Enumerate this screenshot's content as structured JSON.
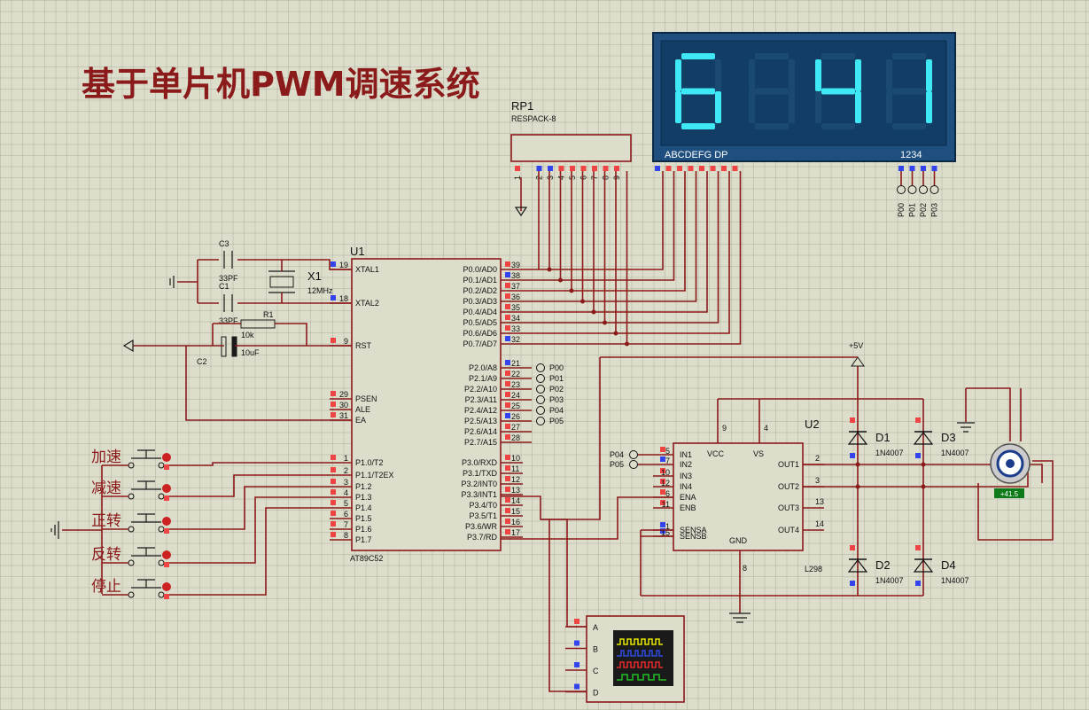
{
  "title": "基于单片机PWM调速系统",
  "display": {
    "digits": [
      "6",
      "",
      "4",
      "1"
    ],
    "seg_label": "ABCDEFG DP",
    "digit_label": "1234",
    "ports": [
      "P00",
      "P01",
      "P02",
      "P03"
    ]
  },
  "rp1": {
    "ref": "RP1",
    "value": "RESPACK-8",
    "pins": [
      "1",
      "2",
      "3",
      "4",
      "5",
      "6",
      "7",
      "8",
      "9"
    ]
  },
  "u1": {
    "ref": "U1",
    "part": "AT89C52",
    "left_pins": [
      {
        "num": "19",
        "name": "XTAL1"
      },
      {
        "num": "18",
        "name": "XTAL2"
      },
      {
        "num": "9",
        "name": "RST"
      },
      {
        "num": "29",
        "name": "PSEN"
      },
      {
        "num": "30",
        "name": "ALE"
      },
      {
        "num": "31",
        "name": "EA"
      },
      {
        "num": "1",
        "name": "P1.0/T2"
      },
      {
        "num": "2",
        "name": "P1.1/T2EX"
      },
      {
        "num": "3",
        "name": "P1.2"
      },
      {
        "num": "4",
        "name": "P1.3"
      },
      {
        "num": "5",
        "name": "P1.4"
      },
      {
        "num": "6",
        "name": "P1.5"
      },
      {
        "num": "7",
        "name": "P1.6"
      },
      {
        "num": "8",
        "name": "P1.7"
      }
    ],
    "right_pins": [
      {
        "num": "39",
        "name": "P0.0/AD0"
      },
      {
        "num": "38",
        "name": "P0.1/AD1"
      },
      {
        "num": "37",
        "name": "P0.2/AD2"
      },
      {
        "num": "36",
        "name": "P0.3/AD3"
      },
      {
        "num": "35",
        "name": "P0.4/AD4"
      },
      {
        "num": "34",
        "name": "P0.5/AD5"
      },
      {
        "num": "33",
        "name": "P0.6/AD6"
      },
      {
        "num": "32",
        "name": "P0.7/AD7"
      },
      {
        "num": "21",
        "name": "P2.0/A8"
      },
      {
        "num": "22",
        "name": "P2.1/A9"
      },
      {
        "num": "23",
        "name": "P2.2/A10"
      },
      {
        "num": "24",
        "name": "P2.3/A11"
      },
      {
        "num": "25",
        "name": "P2.4/A12"
      },
      {
        "num": "26",
        "name": "P2.5/A13"
      },
      {
        "num": "27",
        "name": "P2.6/A14"
      },
      {
        "num": "28",
        "name": "P2.7/A15"
      },
      {
        "num": "10",
        "name": "P3.0/RXD"
      },
      {
        "num": "11",
        "name": "P3.1/TXD"
      },
      {
        "num": "12",
        "name": "P3.2/INT0"
      },
      {
        "num": "13",
        "name": "P3.3/INT1"
      },
      {
        "num": "14",
        "name": "P3.4/T0"
      },
      {
        "num": "15",
        "name": "P3.5/T1"
      },
      {
        "num": "16",
        "name": "P3.6/WR"
      },
      {
        "num": "17",
        "name": "P3.7/RD"
      }
    ],
    "p2_terminals": [
      "P00",
      "P01",
      "P02",
      "P03",
      "P04",
      "P05"
    ]
  },
  "u2": {
    "ref": "U2",
    "part": "L298",
    "left_pins": [
      {
        "num": "5",
        "name": "IN1"
      },
      {
        "num": "7",
        "name": "IN2"
      },
      {
        "num": "10",
        "name": "IN3"
      },
      {
        "num": "12",
        "name": "IN4"
      },
      {
        "num": "6",
        "name": "ENA"
      },
      {
        "num": "11",
        "name": "ENB"
      },
      {
        "num": "1",
        "name": "SENSA"
      },
      {
        "num": "15",
        "name": "SENSB"
      }
    ],
    "right_pins": [
      {
        "num": "2",
        "name": "OUT1"
      },
      {
        "num": "3",
        "name": "OUT2"
      },
      {
        "num": "13",
        "name": "OUT3"
      },
      {
        "num": "14",
        "name": "OUT4"
      }
    ],
    "top_pins": [
      {
        "num": "9",
        "name": "VCC"
      },
      {
        "num": "4",
        "name": "VS"
      }
    ],
    "bottom_pin": {
      "num": "8",
      "name": "GND"
    },
    "inputs": [
      "P04",
      "P05"
    ]
  },
  "crystal": {
    "ref": "X1",
    "value": "12MHz"
  },
  "caps": [
    {
      "ref": "C3",
      "value": "33PF"
    },
    {
      "ref": "C1",
      "value": "33PF"
    },
    {
      "ref": "C2",
      "value": "10uF"
    }
  ],
  "resistor": {
    "ref": "R1",
    "value": "10k"
  },
  "diodes": [
    {
      "ref": "D1",
      "value": "1N4007"
    },
    {
      "ref": "D3",
      "value": "1N4007"
    },
    {
      "ref": "D2",
      "value": "1N4007"
    },
    {
      "ref": "D4",
      "value": "1N4007"
    }
  ],
  "power": {
    "label": "+5V"
  },
  "motor": {
    "readout": "+41.5"
  },
  "buttons": [
    "加速",
    "减速",
    "正转",
    "反转",
    "停止"
  ],
  "scope": {
    "channels": [
      "A",
      "B",
      "C",
      "D"
    ]
  }
}
